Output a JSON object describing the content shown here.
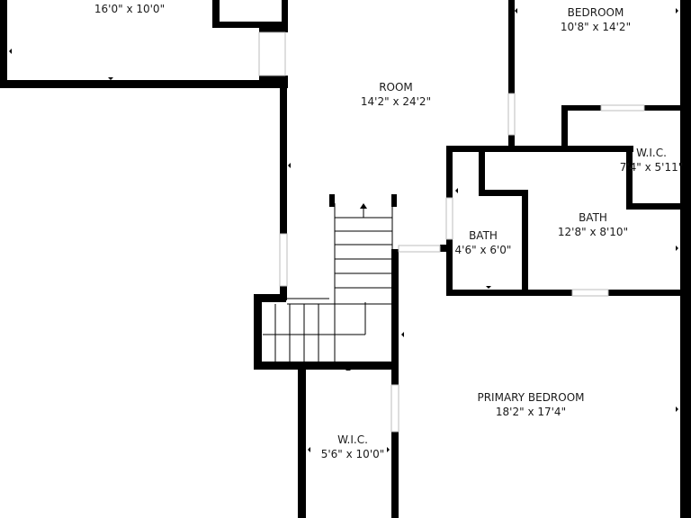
{
  "plan": {
    "colors": {
      "wall": "#000000",
      "background": "#ffffff",
      "text": "#1a1a1a"
    },
    "rooms": [
      {
        "key": "top_left",
        "name": "",
        "dims": "16'0\" x 10'0\""
      },
      {
        "key": "bedroom",
        "name": "BEDROOM",
        "dims": "10'8\" x 14'2\""
      },
      {
        "key": "room",
        "name": "ROOM",
        "dims": "14'2\" x 24'2\""
      },
      {
        "key": "wic_right",
        "name": "W.I.C.",
        "dims": "7'4\" x 5'11\""
      },
      {
        "key": "bath_large",
        "name": "BATH",
        "dims": "12'8\" x 8'10\""
      },
      {
        "key": "bath_small",
        "name": "BATH",
        "dims": "4'6\" x 6'0\""
      },
      {
        "key": "primary_bedroom",
        "name": "PRIMARY BEDROOM",
        "dims": "18'2\" x 17'4\""
      },
      {
        "key": "wic_bottom",
        "name": "W.I.C.",
        "dims": "5'6\" x 10'0\""
      }
    ]
  }
}
